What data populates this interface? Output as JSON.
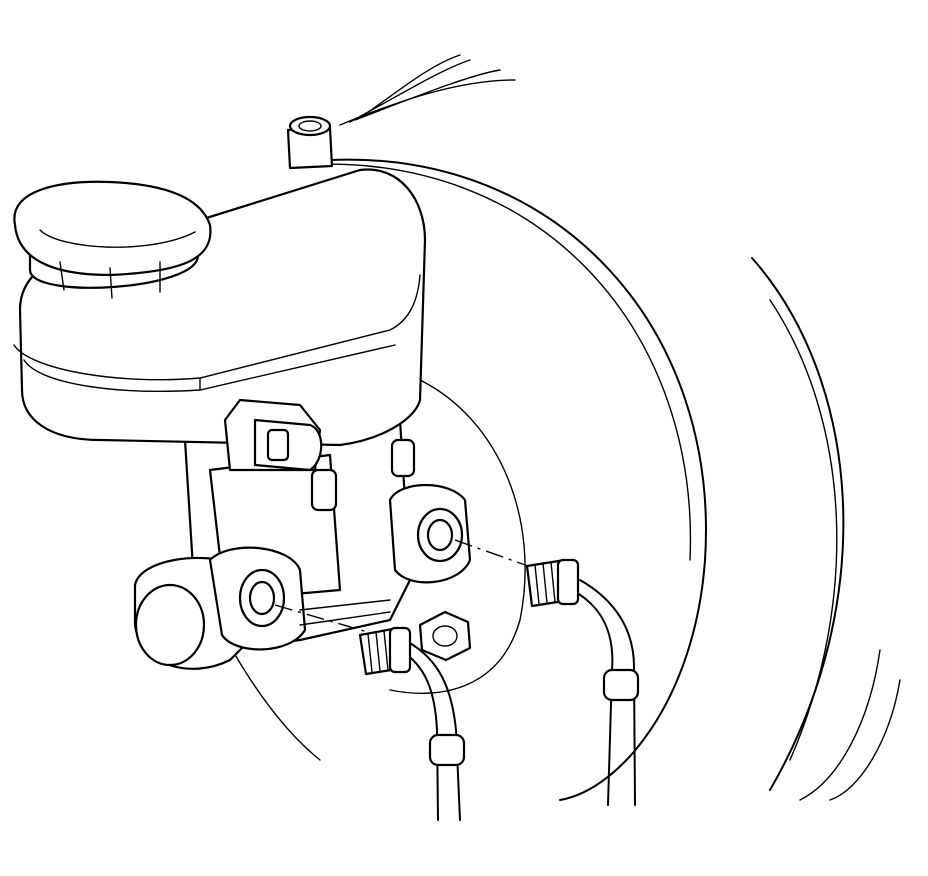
{
  "diagram": {
    "subject": "master-cylinder-brake-pipe-installation",
    "line_color": "#000000",
    "background": "#ffffff",
    "parts": [
      "booster-housing",
      "reservoir",
      "reservoir-cap",
      "fluid-level-sensor-connector",
      "master-cylinder-body",
      "front-port",
      "rear-port",
      "brake-pipe-primary",
      "brake-pipe-secondary",
      "mounting-nut"
    ]
  }
}
